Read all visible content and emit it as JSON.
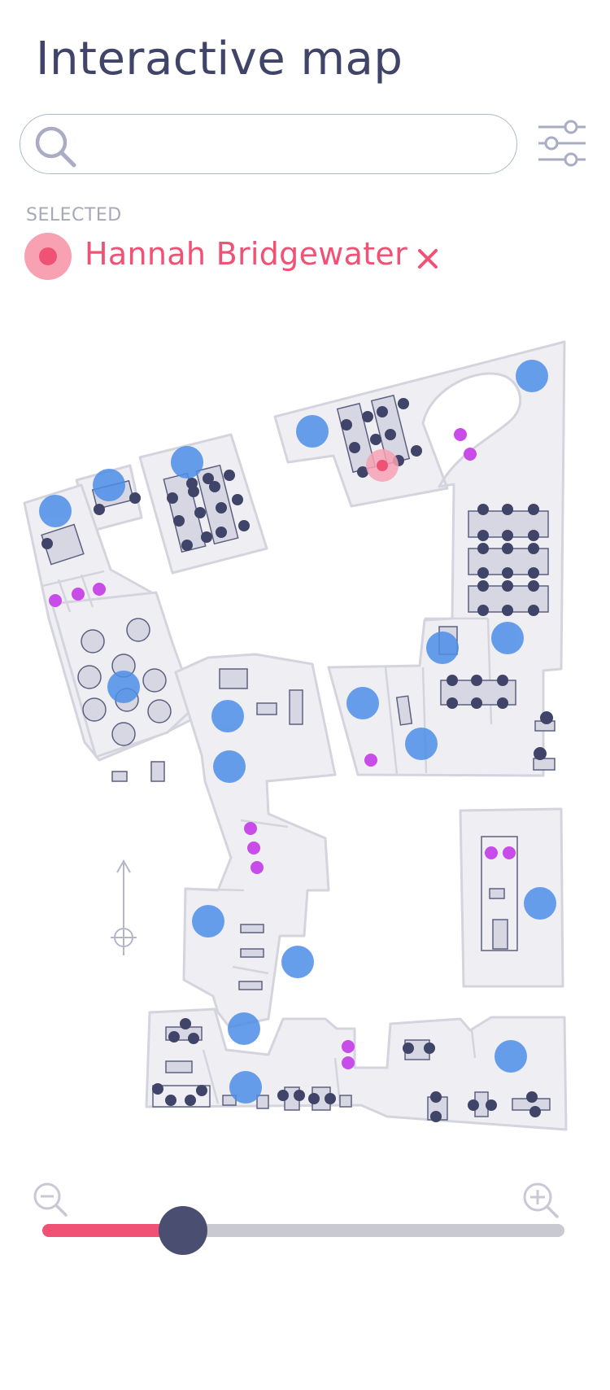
{
  "header": {
    "title": "Interactive map"
  },
  "search": {
    "value": "",
    "placeholder": ""
  },
  "selected": {
    "caption": "SELECTED",
    "name": "Hannah Bridgewater",
    "clear_symbol": "×"
  },
  "icons": {
    "search": "search-icon",
    "filter": "sliders-icon",
    "clear": "close-icon",
    "zoom_out": "zoom-out-icon",
    "zoom_in": "zoom-in-icon",
    "compass": "north-arrow-icon"
  },
  "zoom": {
    "level": 0.27
  },
  "colors": {
    "title": "#3f4468",
    "accent": "#ef5275",
    "accent_soft": "#f7a1b3",
    "room_available": "#4d8ee8",
    "amenity": "#c84ce8",
    "person": "#3f4468",
    "room_fill": "#efeff3",
    "wall": "#d4d4de",
    "desk_fill": "#d6d7e2",
    "track": "#c9c9d2"
  }
}
